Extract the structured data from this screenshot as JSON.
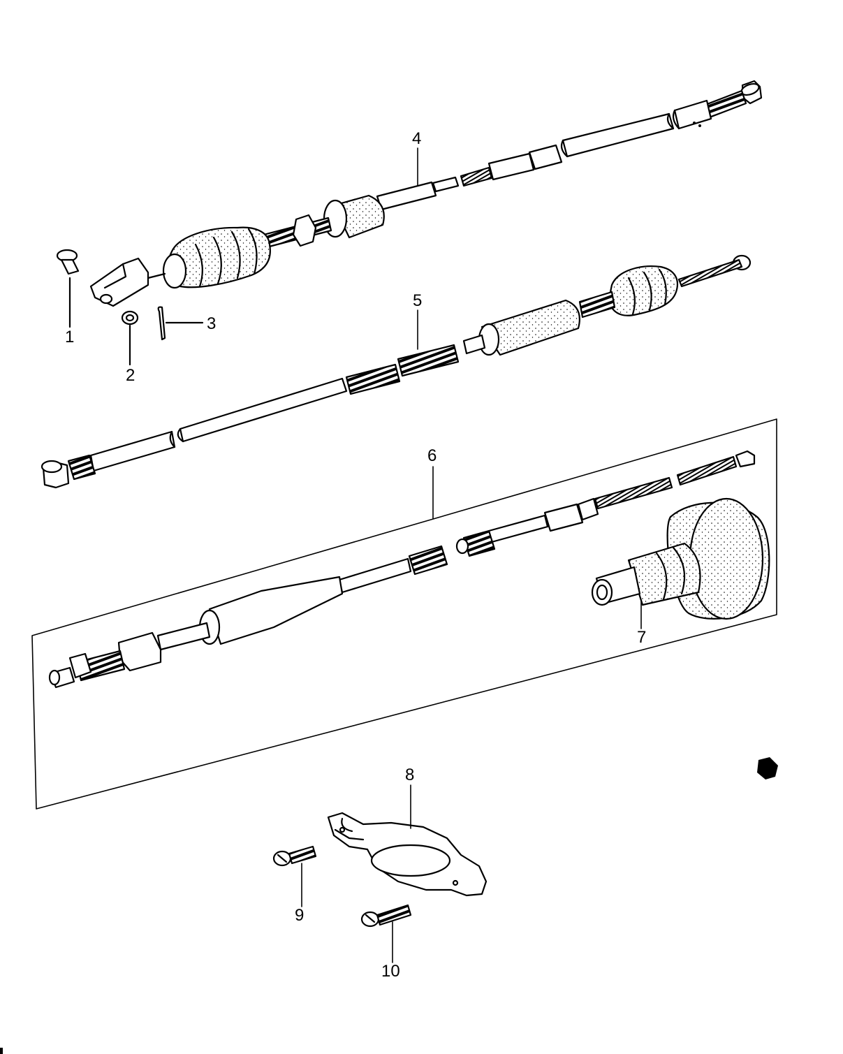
{
  "diagram": {
    "line_color": "#000000",
    "background": "#ffffff",
    "callouts": [
      {
        "id": "1",
        "label": "1"
      },
      {
        "id": "2",
        "label": "2"
      },
      {
        "id": "3",
        "label": "3"
      },
      {
        "id": "4",
        "label": "4"
      },
      {
        "id": "5",
        "label": "5"
      },
      {
        "id": "6",
        "label": "6"
      },
      {
        "id": "7",
        "label": "7"
      },
      {
        "id": "8",
        "label": "8"
      },
      {
        "id": "9",
        "label": "9"
      },
      {
        "id": "10",
        "label": "10"
      }
    ]
  }
}
